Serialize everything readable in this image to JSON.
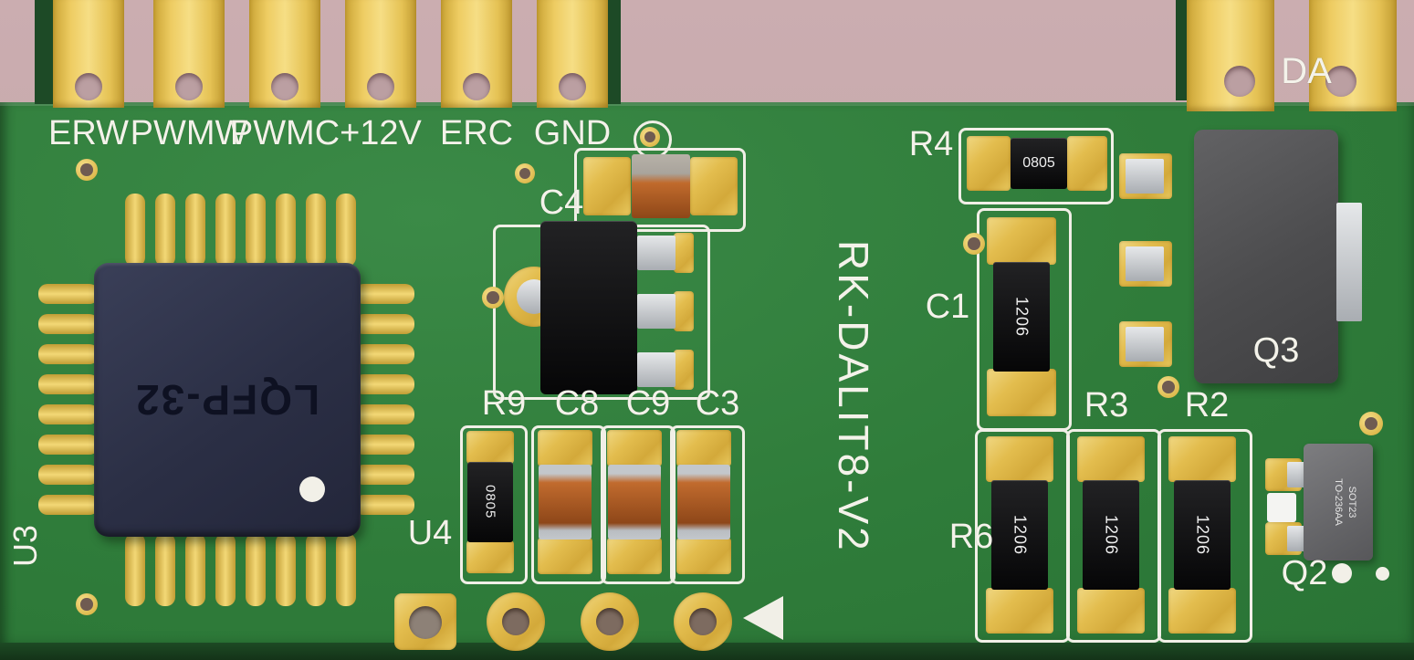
{
  "board": {
    "name": "RK-DALIT8-V2",
    "colors": {
      "background_pink": "#c6a9ac",
      "pcb_green": "#2f7c3b",
      "silkscreen_white": "#f4f2ea",
      "pad_gold": "#e9c455",
      "component_black": "#0c0c0c",
      "ic_navy": "#2c3044",
      "capacitor_orange": "#b05a20",
      "package_gray": "#4c4c4e"
    }
  },
  "connector": {
    "labels": [
      "ERW",
      "PWMW",
      "PWMC",
      "+12V",
      "ERC",
      "GND"
    ]
  },
  "designators": {
    "u3": "U3",
    "u4": "U4",
    "c4": "C4",
    "r9": "R9",
    "c8": "C8",
    "c9": "C9",
    "c3": "C3",
    "r4": "R4",
    "c1": "C1",
    "r3": "R3",
    "r2": "R2",
    "r6": "R6",
    "q3": "Q3",
    "q2": "Q2",
    "da": "DA"
  },
  "markings": {
    "u3_package": "LQFP-32",
    "r9_size": "0805",
    "r4_size": "0805",
    "c1_size": "1206",
    "r6_chip1_size": "1206",
    "r6_chip2_size": "1206",
    "r6_chip3_size": "1206",
    "q2_package": "SOT23",
    "q2_jedec": "TO-236AA"
  }
}
